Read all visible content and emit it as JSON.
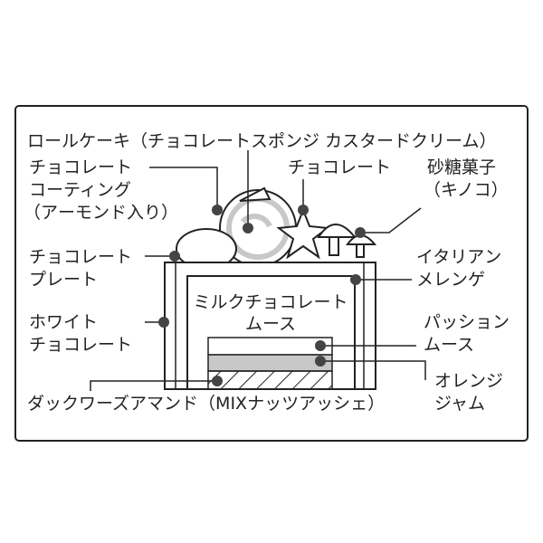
{
  "labels": {
    "roll_cake": "ロールケーキ（チョコレートスポンジ カスタードクリーム）",
    "coating": [
      "チョコレート",
      "コーティング",
      "（アーモンド入り）"
    ],
    "chocolate": "チョコレート",
    "sugar_candy": [
      "砂糖菓子",
      "（キノコ）"
    ],
    "plate": [
      "チョコレート",
      "プレート"
    ],
    "meringue": [
      "イタリアン",
      "メレンゲ"
    ],
    "mousse": [
      "ミルクチョコレート",
      "ムース"
    ],
    "white_chocolate": [
      "ホワイト",
      "チョコレート"
    ],
    "passion": [
      "パッション",
      "ムース"
    ],
    "orange": [
      "オレンジ",
      "ジャム"
    ],
    "dacquoise": "ダックワーズアマンド（MIXナッツアッシェ）"
  },
  "colors": {
    "line": "#222222",
    "dot": "#444444",
    "gray_layer": "#c8c8c8"
  }
}
